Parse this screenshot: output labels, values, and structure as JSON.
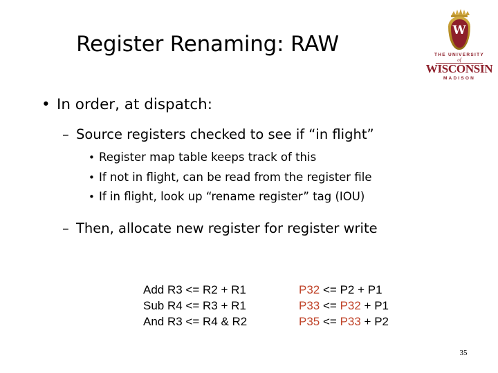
{
  "slide": {
    "title": "Register Renaming: RAW",
    "page_number": "35"
  },
  "logo": {
    "crest_letter": "W",
    "line_the_university": "THE UNIVERSITY",
    "line_of": "of",
    "line_wisconsin": "WISCONSIN",
    "line_madison": "MADISON",
    "brand_color": "#8d1f2a",
    "crown_color": "#c8a03a"
  },
  "bullets": {
    "level1_marker": "•",
    "level2_marker": "–",
    "level3_marker": "•",
    "items": [
      {
        "level": 1,
        "text": "In order, at dispatch:"
      },
      {
        "level": 2,
        "text": "Source registers checked to see if “in flight”"
      },
      {
        "level": 3,
        "text": "Register map table keeps track of this"
      },
      {
        "level": 3,
        "text": "If not in flight, can be read from the register file"
      },
      {
        "level": 3,
        "text": "If in flight, look up “rename register” tag (IOU)"
      },
      {
        "level": 2,
        "text": "Then, allocate new register for register write"
      }
    ]
  },
  "code": {
    "highlight_color": "#c0442a",
    "rows": [
      {
        "left": "Add R3 <= R2 + R1",
        "right_pre": "P32",
        "right_mid": " <= ",
        "right_src1": "P2",
        "right_op": " + ",
        "right_src2": "P1",
        "src1_highlight": false,
        "dest_highlight": true
      },
      {
        "left": "Sub R4 <= R3 + R1",
        "right_pre": "P33",
        "right_mid": " <= ",
        "right_src1": "P32",
        "right_op": " + ",
        "right_src2": "P1",
        "src1_highlight": true,
        "dest_highlight": true
      },
      {
        "left": "And R3 <= R4 & R2",
        "right_pre": "P35",
        "right_mid": " <= ",
        "right_src1": "P33",
        "right_op": " + ",
        "right_src2": "P2",
        "src1_highlight": true,
        "dest_highlight": true
      }
    ]
  }
}
